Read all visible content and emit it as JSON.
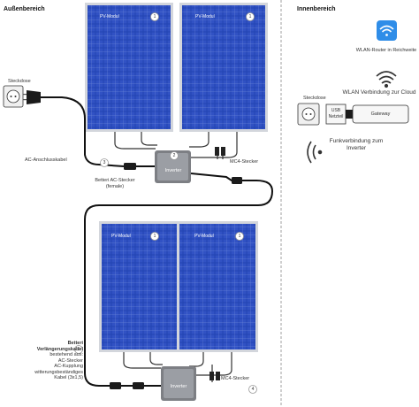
{
  "sections": {
    "outdoor": "Außenbereich",
    "indoor": "Innenbereich"
  },
  "panels": [
    {
      "label": "PV-Modul",
      "number": "1"
    },
    {
      "label": "PV-Modul",
      "number": "1"
    },
    {
      "label": "PV-Modul",
      "number": "1"
    },
    {
      "label": "PV-Modul",
      "number": "1"
    }
  ],
  "inverters": [
    {
      "label": "Inverter",
      "number": "2"
    },
    {
      "label": "Inverter"
    }
  ],
  "outdoor_labels": {
    "socket": "Steckdose",
    "ac_cable": "AC-Anschlusskabel",
    "ac_cable_number": "3",
    "ac_plug": "Betteri AC-Stecker\n(female)",
    "mc4_top": "MC4-Stecker",
    "mc4_bottom": "MC4-Stecker",
    "mc4_number": "4",
    "extension_number": "5",
    "extension_title": "Betteri\nVerlängerungskabel",
    "extension_desc": "bestehend aus:\nAC-Stecker\nAC-Kupplung\nwitterungsbeständiges\nKabel (3x1,5)"
  },
  "indoor_labels": {
    "router": "WLAN-Router in Reichweite",
    "socket": "Steckdose",
    "wifi_connection": "WLAN Verbindung zur Cloud",
    "usb": "USB\nNetzteil",
    "gateway": "Gateway",
    "radio": "Funkverbindung zum\nInverter"
  },
  "colors": {
    "panel_blue": "#1f3fa8",
    "panel_frame": "#c9ccd2",
    "wifi_blue": "#2f8de8",
    "number_gray": "#9a9a9a"
  }
}
